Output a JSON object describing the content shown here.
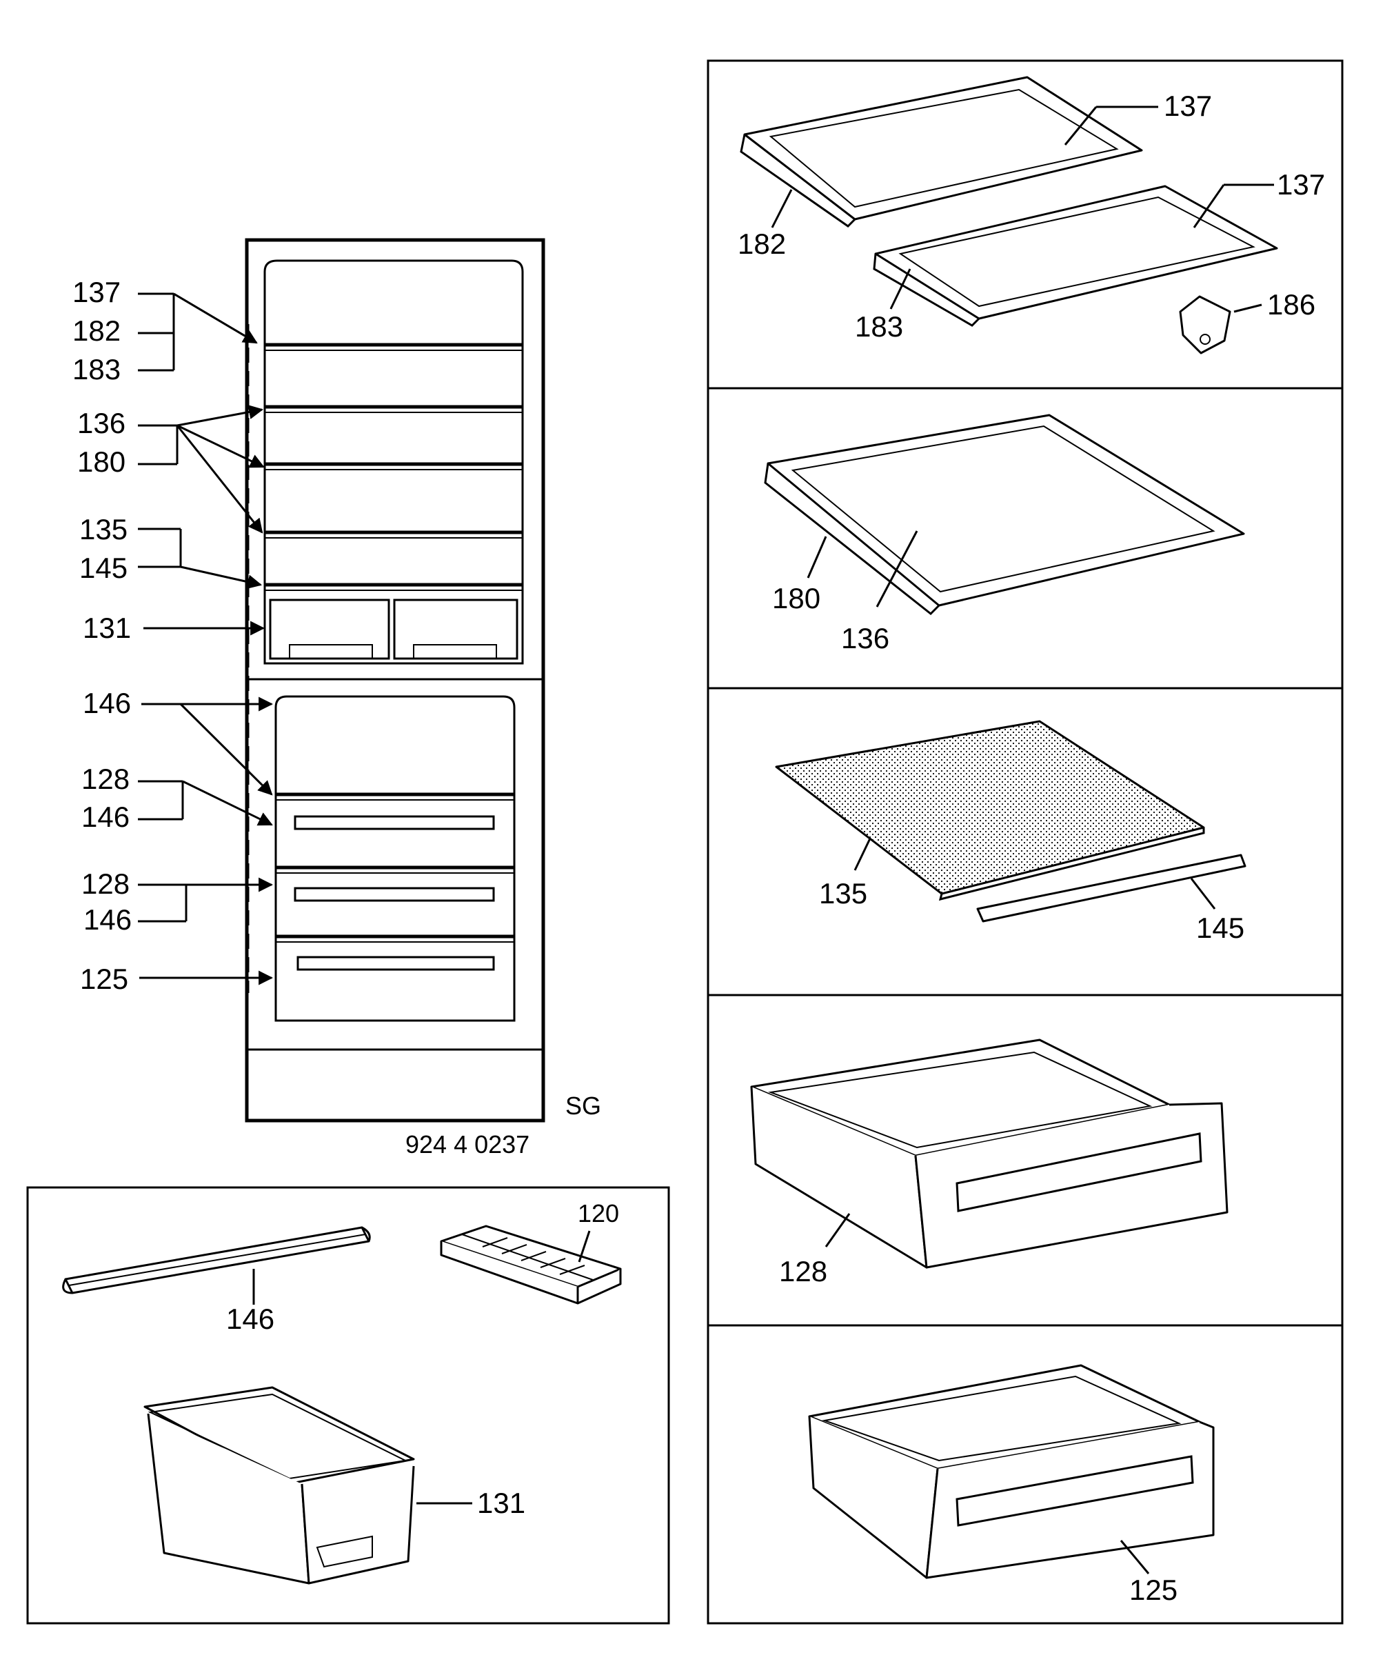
{
  "fridge": {
    "labels": {
      "l137": "137",
      "l182": "182",
      "l183": "183",
      "l136": "136",
      "l180": "180",
      "l135": "135",
      "l145": "145",
      "l131": "131",
      "l146a": "146",
      "l128a": "128",
      "l146b": "146",
      "l128b": "128",
      "l146c": "146",
      "l125": "125"
    },
    "code_sg": "SG",
    "part_number": "924 4 0237"
  },
  "accessories_panel": {
    "l146": "146",
    "l120": "120",
    "l131": "131"
  },
  "panels": {
    "shelves_top": {
      "l137a": "137",
      "l137b": "137",
      "l182": "182",
      "l183": "183",
      "l186": "186"
    },
    "shelf_glass": {
      "l180": "180",
      "l136": "136"
    },
    "shelf_perforated": {
      "l135": "135",
      "l145": "145"
    },
    "drawer_128": {
      "l128": "128"
    },
    "drawer_125": {
      "l125": "125"
    }
  }
}
